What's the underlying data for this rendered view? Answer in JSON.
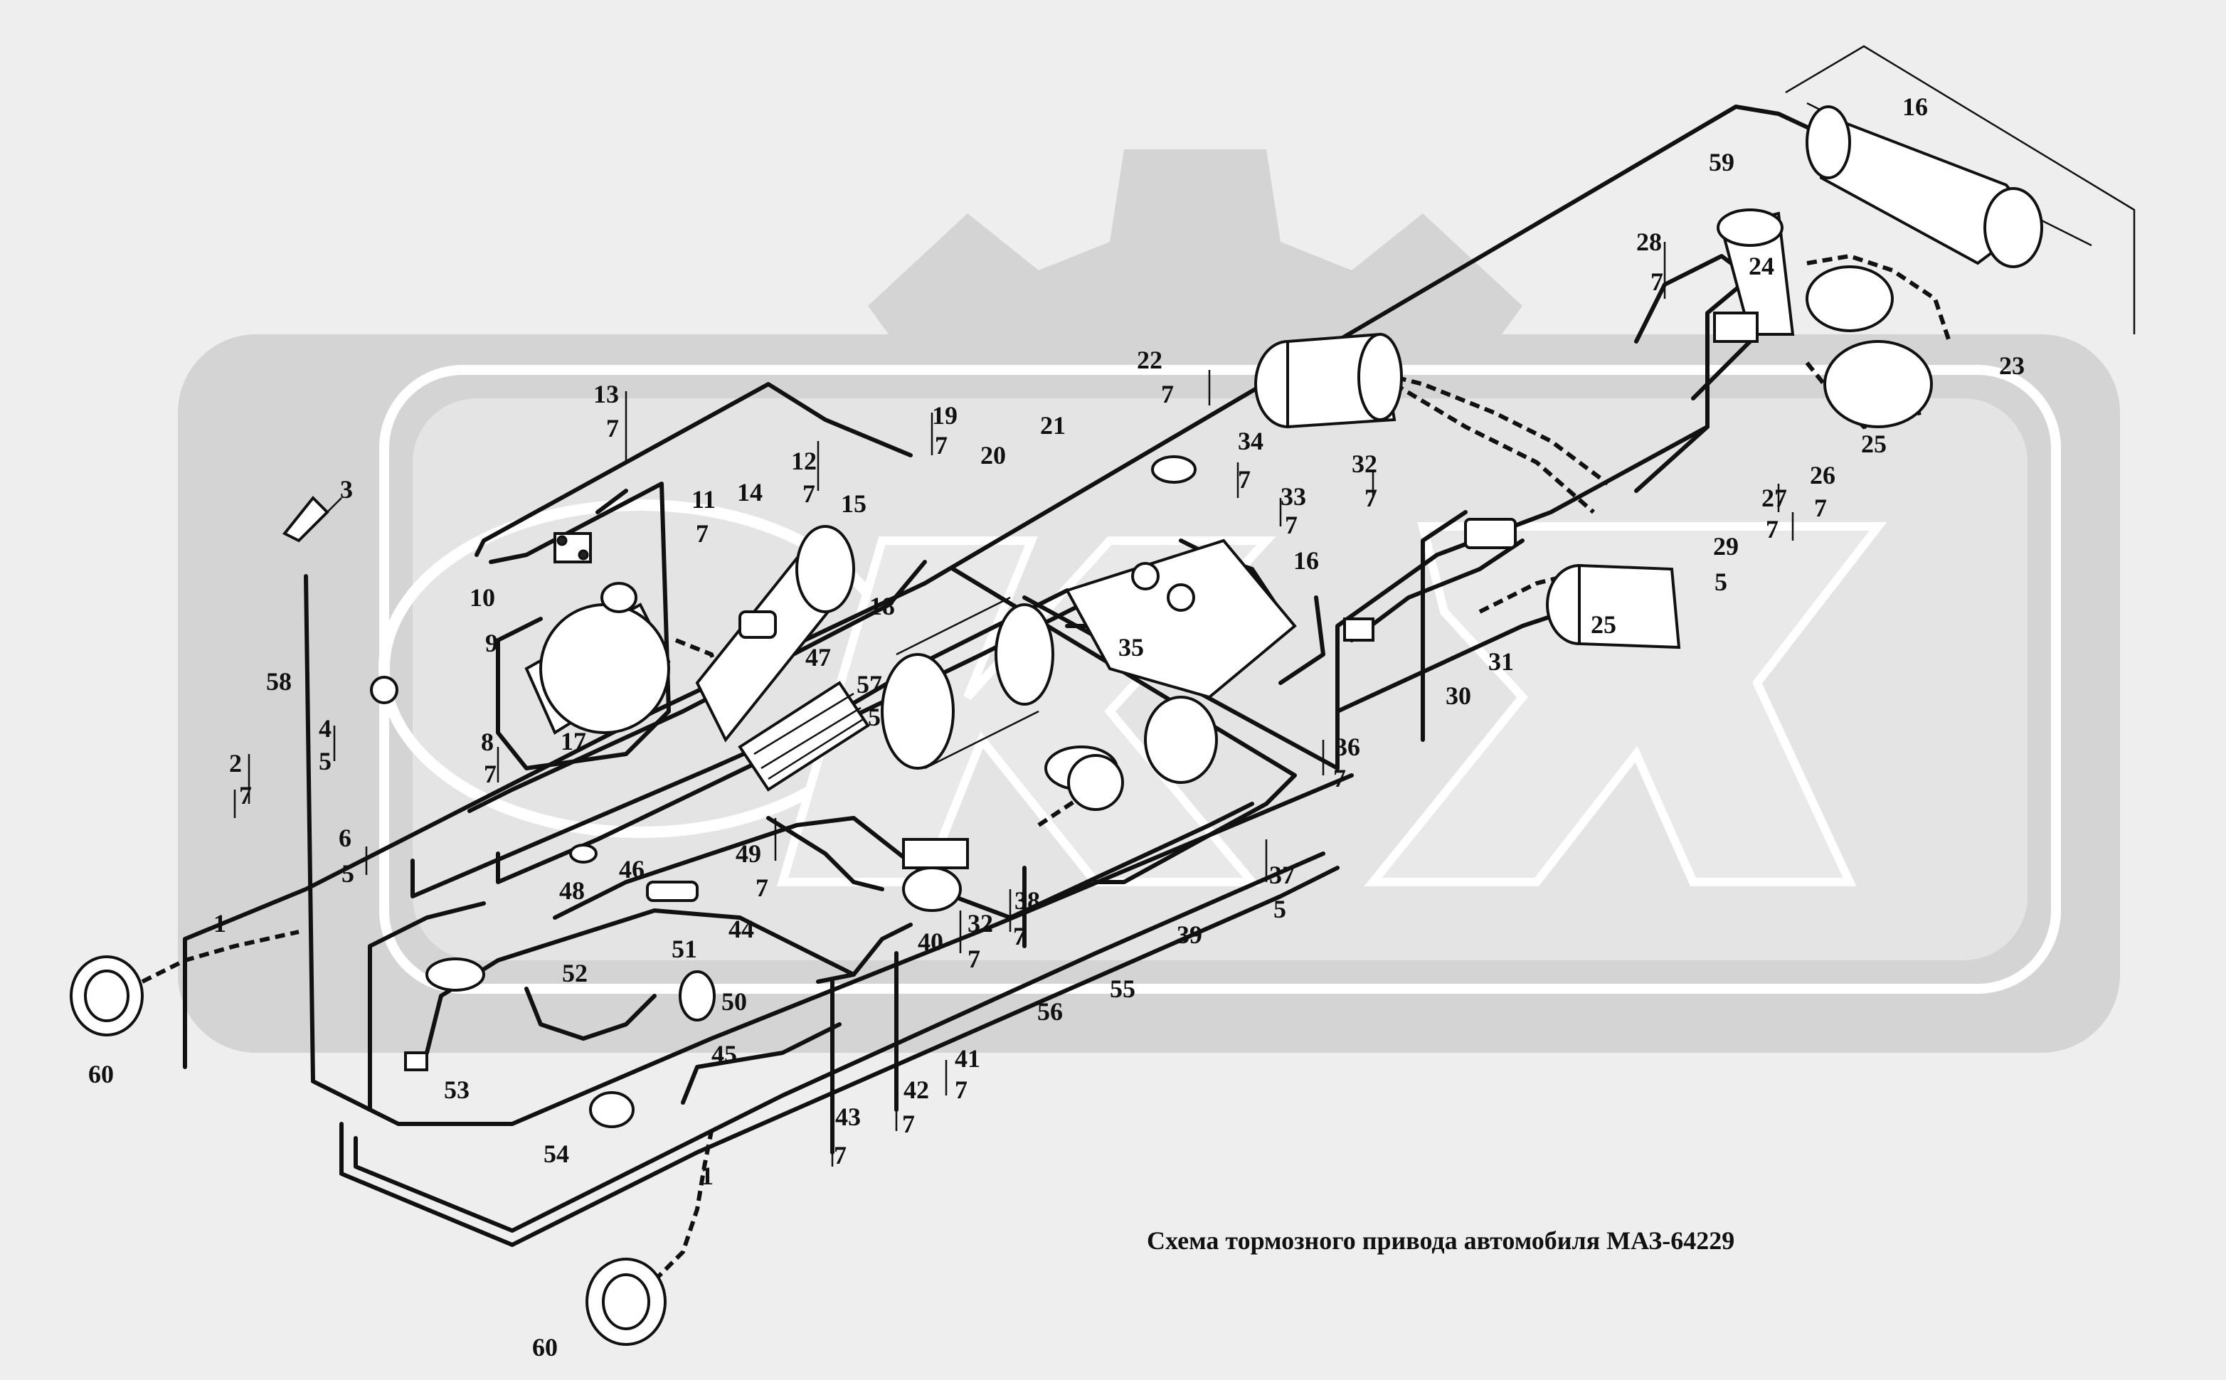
{
  "title": "Схема тормозного привода автомобиля МАЗ-64229",
  "colors": {
    "background": "#eeeeee",
    "watermark": "#d4d4d4",
    "line": "#111111"
  },
  "labels": {
    "l1a": "1",
    "l1b": "1",
    "l2": "2",
    "l2s": "7",
    "l3": "3",
    "l4": "4",
    "l4s": "5",
    "l6": "6",
    "l6s": "5",
    "l8": "8",
    "l8s": "7",
    "l9": "9",
    "l10": "10",
    "l11": "11",
    "l11s": "7",
    "l12": "12",
    "l12s": "7",
    "l13": "13",
    "l13s": "7",
    "l14": "14",
    "l15": "15",
    "l16a": "16",
    "l16b": "16",
    "l17": "17",
    "l18": "18",
    "l19": "19",
    "l19s": "7",
    "l20": "20",
    "l21": "21",
    "l22": "22",
    "l22s": "7",
    "l23": "23",
    "l24": "24",
    "l25a": "25",
    "l25b": "25",
    "l26": "26",
    "l26s": "7",
    "l27": "27",
    "l27s": "7",
    "l28": "28",
    "l28s": "7",
    "l29": "29",
    "l29s": "5",
    "l30": "30",
    "l31": "31",
    "l32a": "32",
    "l32as": "7",
    "l32b": "32",
    "l32bs": "7",
    "l33": "33",
    "l33s": "7",
    "l34": "34",
    "l34s": "7",
    "l35": "35",
    "l36": "36",
    "l36s": "7",
    "l37": "37",
    "l37s": "5",
    "l38": "38",
    "l38s": "7",
    "l39": "39",
    "l40": "40",
    "l41": "41",
    "l41s": "7",
    "l42": "42",
    "l42s": "7",
    "l43": "43",
    "l43s": "7",
    "l44": "44",
    "l45": "45",
    "l46": "46",
    "l47": "47",
    "l48": "48",
    "l49": "49",
    "l49s": "7",
    "l50": "50",
    "l51": "51",
    "l52": "52",
    "l53": "53",
    "l54": "54",
    "l55": "55",
    "l56": "56",
    "l57": "57",
    "l57s": "5",
    "l58": "58",
    "l59": "59",
    "l60a": "60",
    "l60b": "60"
  }
}
